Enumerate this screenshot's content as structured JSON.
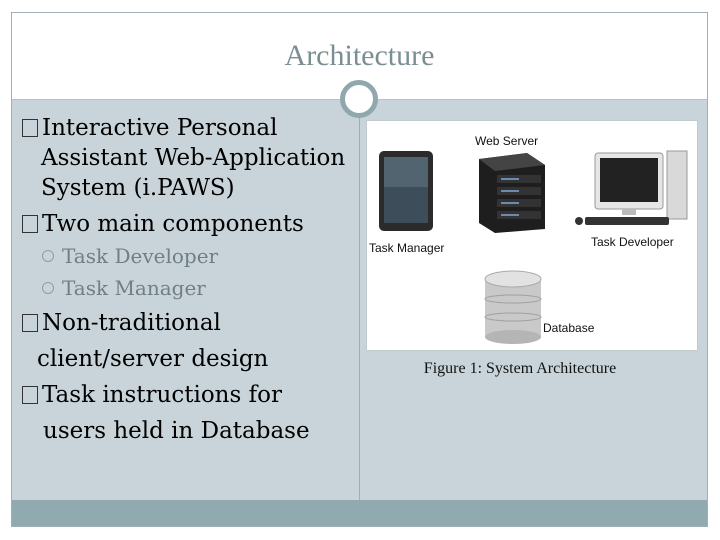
{
  "slide": {
    "title": "Architecture"
  },
  "bullets": [
    {
      "line1": "Interactive Personal",
      "line2": "Assistant Web-Application",
      "line3": "System (i.PAWS)"
    },
    {
      "line1": "Two main components"
    },
    {
      "line1": "Non-traditional",
      "line2": "client/server design"
    },
    {
      "line1": "Task instructions for",
      "line2": "users held in Database"
    }
  ],
  "sub_bullets": [
    {
      "label": "Task Developer"
    },
    {
      "label": "Task Manager"
    }
  ],
  "figure": {
    "web_server_label": "Web Server",
    "task_manager_label": "Task Manager",
    "task_developer_label": "Task Developer",
    "database_label": "Database",
    "caption": "Figure 1:  System Architecture"
  },
  "colors": {
    "content_bg": "#c8d4d9",
    "accent": "#8fa7ad",
    "footer": "#90aab0",
    "title": "#7a8f93"
  },
  "icons": {
    "bullet": "box-bullet-icon",
    "sub_bullet": "circle-bullet-icon",
    "tablet": "tablet-icon",
    "server": "server-rack-icon",
    "desktop": "desktop-computer-icon",
    "database": "database-cylinder-icon"
  }
}
